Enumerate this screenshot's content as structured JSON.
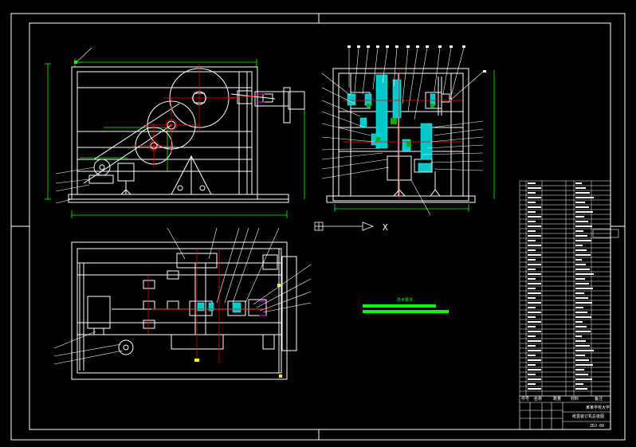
{
  "drawing": {
    "background": "#000000",
    "colors": {
      "outline": "#ffffff",
      "dimension": "#00ff00",
      "center_line": "#ff0000",
      "section": "#00ffff",
      "part_highlight": "#00c000",
      "accent": "#ff00ff",
      "marker": "#ffff00"
    },
    "views": [
      {
        "id": "front-view",
        "label": ""
      },
      {
        "id": "side-view",
        "label": ""
      },
      {
        "id": "top-view",
        "label": ""
      }
    ],
    "legend_bar": {
      "title": "技术要求"
    },
    "title_block": {
      "school": "某某学校大学",
      "drawing_name": "纸盒装订机总装图",
      "drawing_no": "ZDJ-00",
      "bottom_row": [
        "件号",
        "名称",
        "数量",
        "材料",
        "备注"
      ]
    },
    "axis_marker": {
      "label": "X"
    }
  }
}
